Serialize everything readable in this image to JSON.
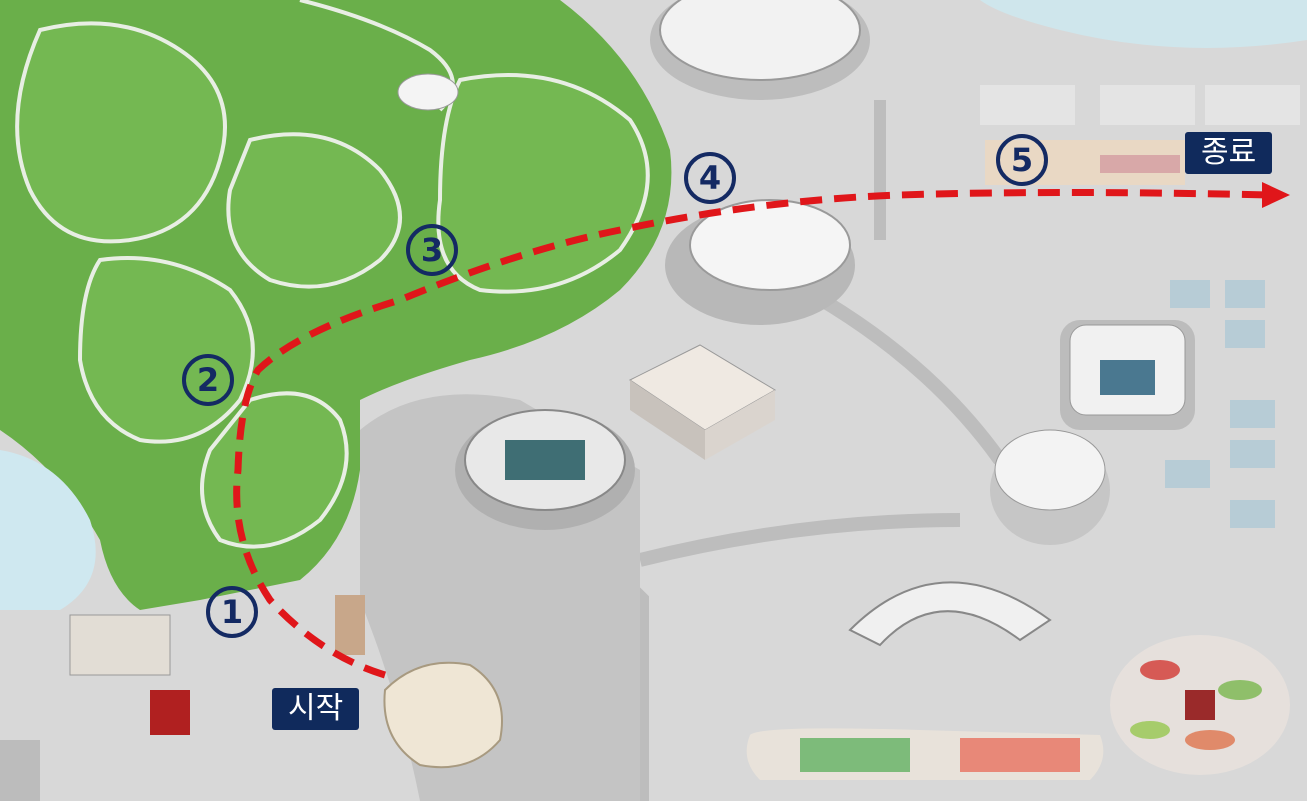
{
  "map": {
    "colors": {
      "park": "#6aaf4a",
      "park_light": "#7cc056",
      "ground": "#dcdcdc",
      "route": "#e0161a",
      "label_bg": "#102a5c",
      "marker": "#142a63"
    },
    "labels": {
      "start": "시작",
      "end": "종료"
    },
    "markers": [
      "1",
      "2",
      "3",
      "4",
      "5"
    ]
  }
}
